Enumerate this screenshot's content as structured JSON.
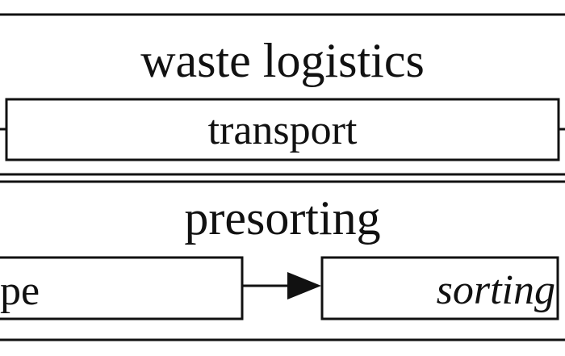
{
  "diagram": {
    "top_group": {
      "title": "waste logistics",
      "process": "transport"
    },
    "bottom_group": {
      "title": "presorting",
      "left_process": "pe",
      "right_process": "sorting"
    }
  }
}
